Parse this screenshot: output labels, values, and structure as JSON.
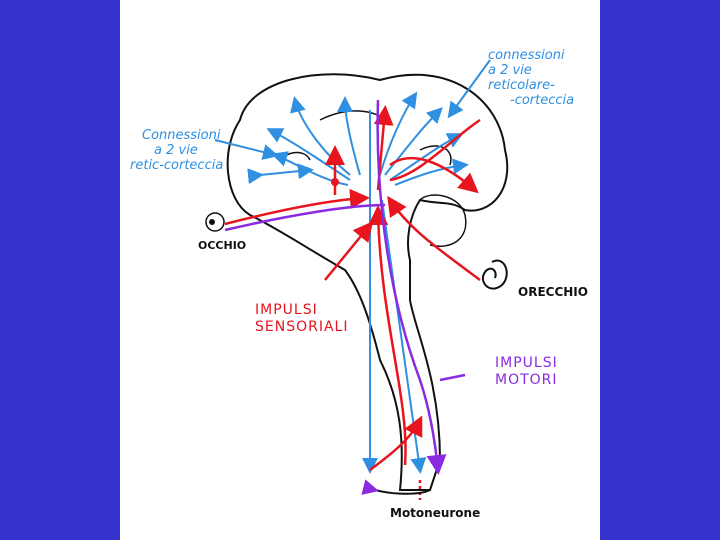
{
  "labels": {
    "top_right": [
      "connessioni",
      "a 2 vie",
      "reticolare-",
      "-corteccia"
    ],
    "left": [
      "Connessioni",
      "a 2 vie",
      "retic-corteccia"
    ],
    "eye": "OCCHIO",
    "ear": "ORECCHIO",
    "sensory": [
      "IMPULSI",
      "SENSORIALI"
    ],
    "motor": [
      "IMPULSI",
      "MOTORI"
    ],
    "motoneuron": "Motoneurone"
  },
  "colors": {
    "background": "#3333cc",
    "sensory": "#e8141e",
    "motor": "#8a2be2",
    "connections": "#2f8fe0"
  }
}
